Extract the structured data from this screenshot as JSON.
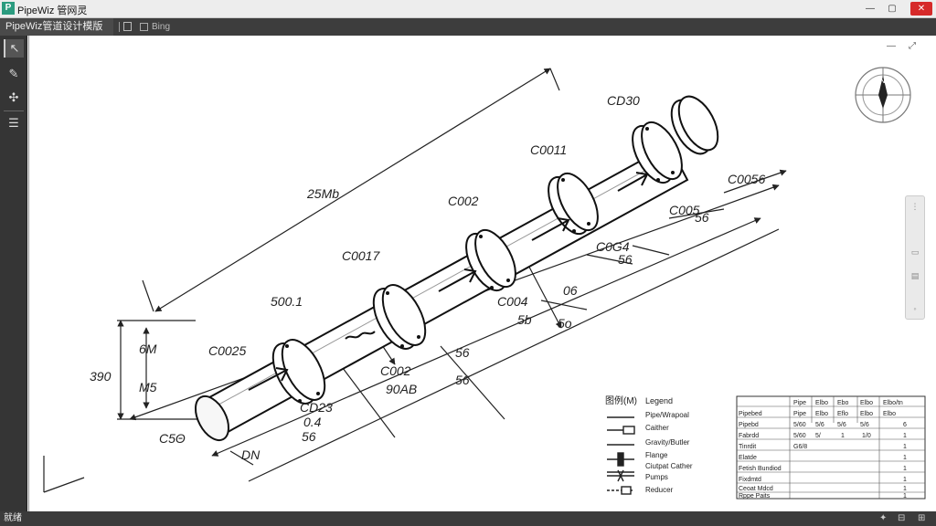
{
  "window": {
    "title": "PipeWiz 管网灵",
    "logo_glyph": "P",
    "minimize": "—",
    "maximize": "▢",
    "close": "✕"
  },
  "tabs": {
    "active_label": "PipeWiz管道设计模版",
    "second_label": "Bing"
  },
  "statusbar": {
    "text": "就绪",
    "right_icon_1": "✦",
    "right_icon_2": "⊟",
    "right_icon_3": "⊞"
  },
  "canvas": {
    "ctrl_1": "—",
    "ctrl_2": "⤢"
  },
  "drawing": {
    "overall_length": "25Mb",
    "labels": {
      "c_d30": "CD30",
      "c_0011": "C0011",
      "c_002_top": "C002",
      "c_0017": "C0017",
      "c_500_1": "500.1",
      "c_0025": "C0025",
      "c_0056": "C0056",
      "c_005": "C005",
      "c_004_right": "C0G4",
      "c_004_mid": "C004",
      "c_002_bot": "C002",
      "c_0023": "CD23",
      "val_90a": "90AB",
      "val_06": "06",
      "val_5b_1": "56",
      "val_5b_2": "56",
      "val_5b_3": "5b",
      "val_5b_4": "5o",
      "val_5b_5": "56",
      "val_5b_6": "56",
      "val_5b_7": "56",
      "val_6m": "6M",
      "val_0_4": "0.4",
      "val_390": "390",
      "val_ms": "M5",
      "val_100": "C5Θ",
      "val_dn": "DN"
    }
  },
  "legend": {
    "title_label": "图例(M)",
    "title": "Legend",
    "items": [
      "Pipe/Wrapoal",
      "Caither",
      "Gravity/Butler",
      "Flange",
      "Ciutpat Cather",
      "Pumps",
      "Reducer"
    ]
  },
  "table": {
    "headers": [
      "",
      "Pipe",
      "Elbo",
      "Ebo",
      "Elbo",
      "Elbo/tn"
    ],
    "rows": [
      [
        "Pipebed",
        "Pipe",
        "Elbo",
        "Eflo",
        "Elbo",
        "Elbo"
      ],
      [
        "Pipebd",
        "5/60",
        "5/6",
        "5/6",
        "5/6",
        "6"
      ],
      [
        "Fabrdd",
        "5/60",
        "5/",
        "1",
        "1/0",
        "1"
      ],
      [
        "Tinrdit",
        "G6/8",
        "",
        "",
        "",
        "1"
      ],
      [
        "Elatde",
        "",
        "",
        "",
        "",
        "1"
      ],
      [
        "Fetish Bundiod",
        "",
        "",
        "",
        "",
        "1"
      ],
      [
        "Fixdmtd",
        "",
        "",
        "",
        "",
        "1"
      ],
      [
        "Ceoat Mdcd",
        "",
        "",
        "",
        "",
        "1"
      ],
      [
        "Rppe Paits",
        "",
        "",
        "",
        "",
        "1"
      ]
    ]
  },
  "compass": {
    "north": "N"
  },
  "colors": {
    "titlebar": "#ededed",
    "tabbar": "#3d3d3d",
    "toolbar": "#353535",
    "canvas": "#ffffff",
    "close_button": "#d62a2a",
    "logo": "#2b9b7f"
  }
}
